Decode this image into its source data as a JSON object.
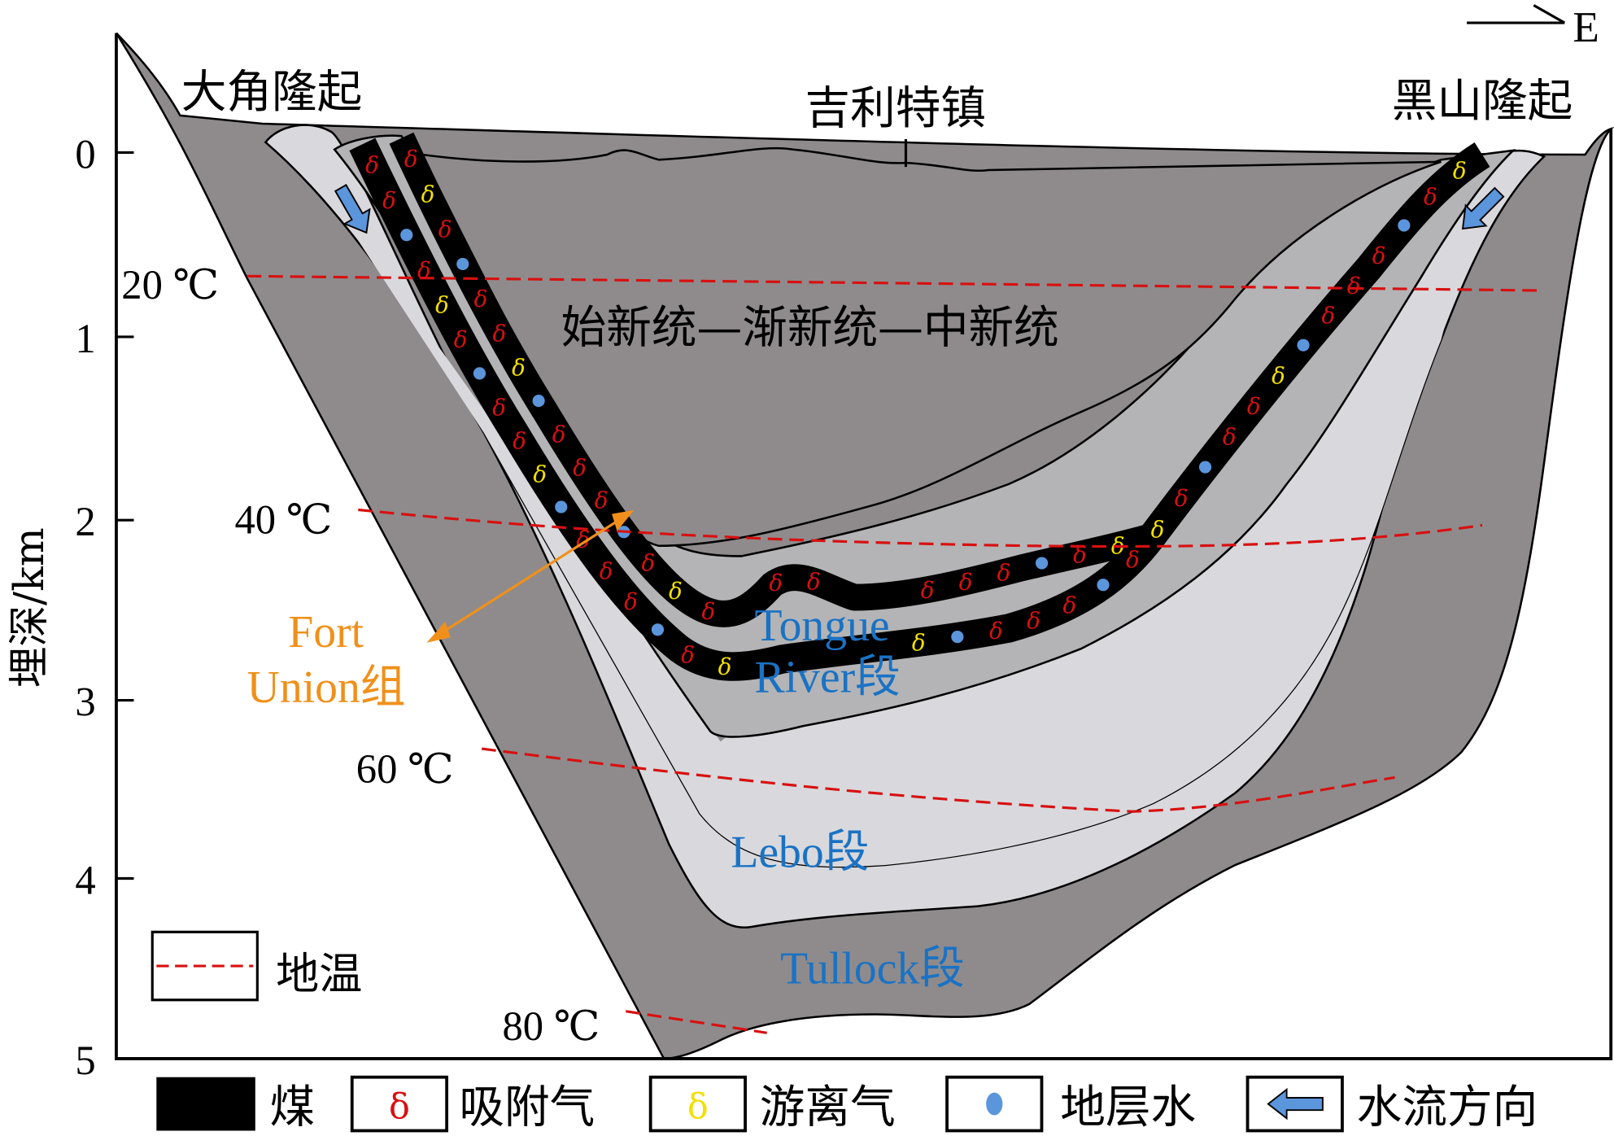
{
  "colors": {
    "outer_layer": "#8f8b8c",
    "light_layer": "#d9d9dd",
    "mid_layer": "#b4b4b6",
    "coal": "#000000",
    "adsorbed_gas": "#d81010",
    "free_gas": "#f2e000",
    "formation_water": "#5b95dc",
    "temperature_line": "#d81010",
    "fort_union": "#f0901a",
    "member_label": "#1a72c4"
  },
  "places": {
    "left_uplift": "大角隆起",
    "town": "吉利特镇",
    "right_uplift": "黑山隆起"
  },
  "direction": "E",
  "y_axis": {
    "label": "埋深/km",
    "ticks": [
      "0",
      "1",
      "2",
      "3",
      "4",
      "5"
    ]
  },
  "isotherms": [
    "20 ℃",
    "40 ℃",
    "60 ℃",
    "80 ℃"
  ],
  "strata": {
    "upper": "始新统—渐新统—中新统",
    "fort_union_line1": "Fort",
    "fort_union_line2": "Union组",
    "tongue_line1": "Tongue",
    "tongue_line2": "River段",
    "lebo": "Lebo段",
    "tullock": "Tullock段"
  },
  "inset_legend": {
    "label": "地温"
  },
  "legend": [
    {
      "symbol": "coal-swatch",
      "label": "煤"
    },
    {
      "symbol": "adsorbed-gas-icon",
      "label": "吸附气",
      "glyph": "δ"
    },
    {
      "symbol": "free-gas-icon",
      "label": "游离气",
      "glyph": "δ"
    },
    {
      "symbol": "formation-water-icon",
      "label": "地层水"
    },
    {
      "symbol": "water-flow-arrow-icon",
      "label": "水流方向"
    }
  ]
}
